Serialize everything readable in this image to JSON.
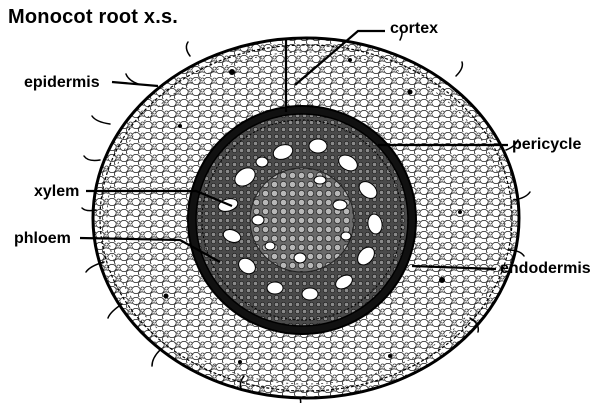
{
  "title": "Monocot root x.s.",
  "labels": {
    "cortex": "cortex",
    "epidermis": "epidermis",
    "pericycle": "pericycle",
    "xylem": "xylem",
    "phloem": "phloem",
    "endodermis": "endodermis"
  },
  "colors": {
    "ink": "#000000",
    "paper": "#ffffff",
    "stele_fill": "#2e2e2e"
  }
}
